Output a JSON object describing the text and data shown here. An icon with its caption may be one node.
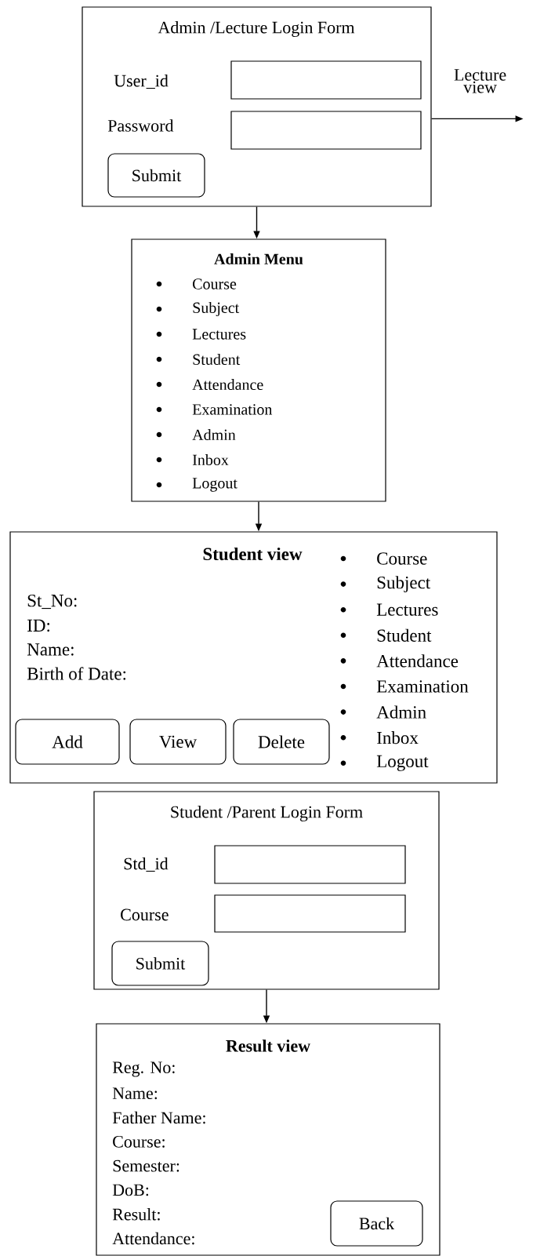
{
  "diagram": {
    "nodes": [
      {
        "text": [
          "Admin /Lecture Login Form",
          "User_id",
          "Password"
        ]
      },
      {
        "text": [],
        "shape": "box",
        "in": 0
      },
      {
        "text": [],
        "shape": "box",
        "in": 0
      },
      {
        "text": [
          "Submit"
        ],
        "in": 0
      },
      {
        "text": [
          "Admin Menu",
          "Course",
          "Subject",
          "Lectures",
          "Student",
          "Attendance",
          "Examination",
          "Admin",
          "Inbox",
          "Logout"
        ]
      },
      {
        "text": [
          "Student view",
          "St_No:",
          "ID:",
          "Name:",
          "Birth of Date:",
          "Course",
          "Subject",
          "Lectures",
          "Student",
          "Attendance",
          "Examination",
          "Admin",
          "Inbox",
          "Logout"
        ]
      },
      {
        "text": [
          "Add"
        ],
        "in": 5
      },
      {
        "text": [
          "View"
        ],
        "in": 5
      },
      {
        "text": [
          "Delete"
        ],
        "in": 5
      },
      {
        "text": [
          "Student /Parent Login Form",
          "Std_id",
          "Course"
        ]
      },
      {
        "text": [],
        "shape": "box",
        "in": 9
      },
      {
        "text": [],
        "shape": "box",
        "in": 9
      },
      {
        "text": [
          "Submit"
        ],
        "in": 9
      },
      {
        "text": [
          "Result view",
          "Reg. No:",
          "Name:",
          "Father Name:",
          "Course:",
          "Semester:",
          "DoB:",
          "Result:",
          "Attendance:"
        ]
      },
      {
        "text": [
          "Back"
        ],
        "in": 13
      }
    ],
    "edges": [
      {
        "from": 0,
        "to": null,
        "arrow": "to",
        "label": "Lecture view"
      },
      {
        "from": 0,
        "to": 4,
        "arrow": "to"
      },
      {
        "from": 4,
        "to": 5,
        "arrow": "to"
      },
      {
        "from": 9,
        "to": 13,
        "arrow": "to"
      }
    ]
  }
}
